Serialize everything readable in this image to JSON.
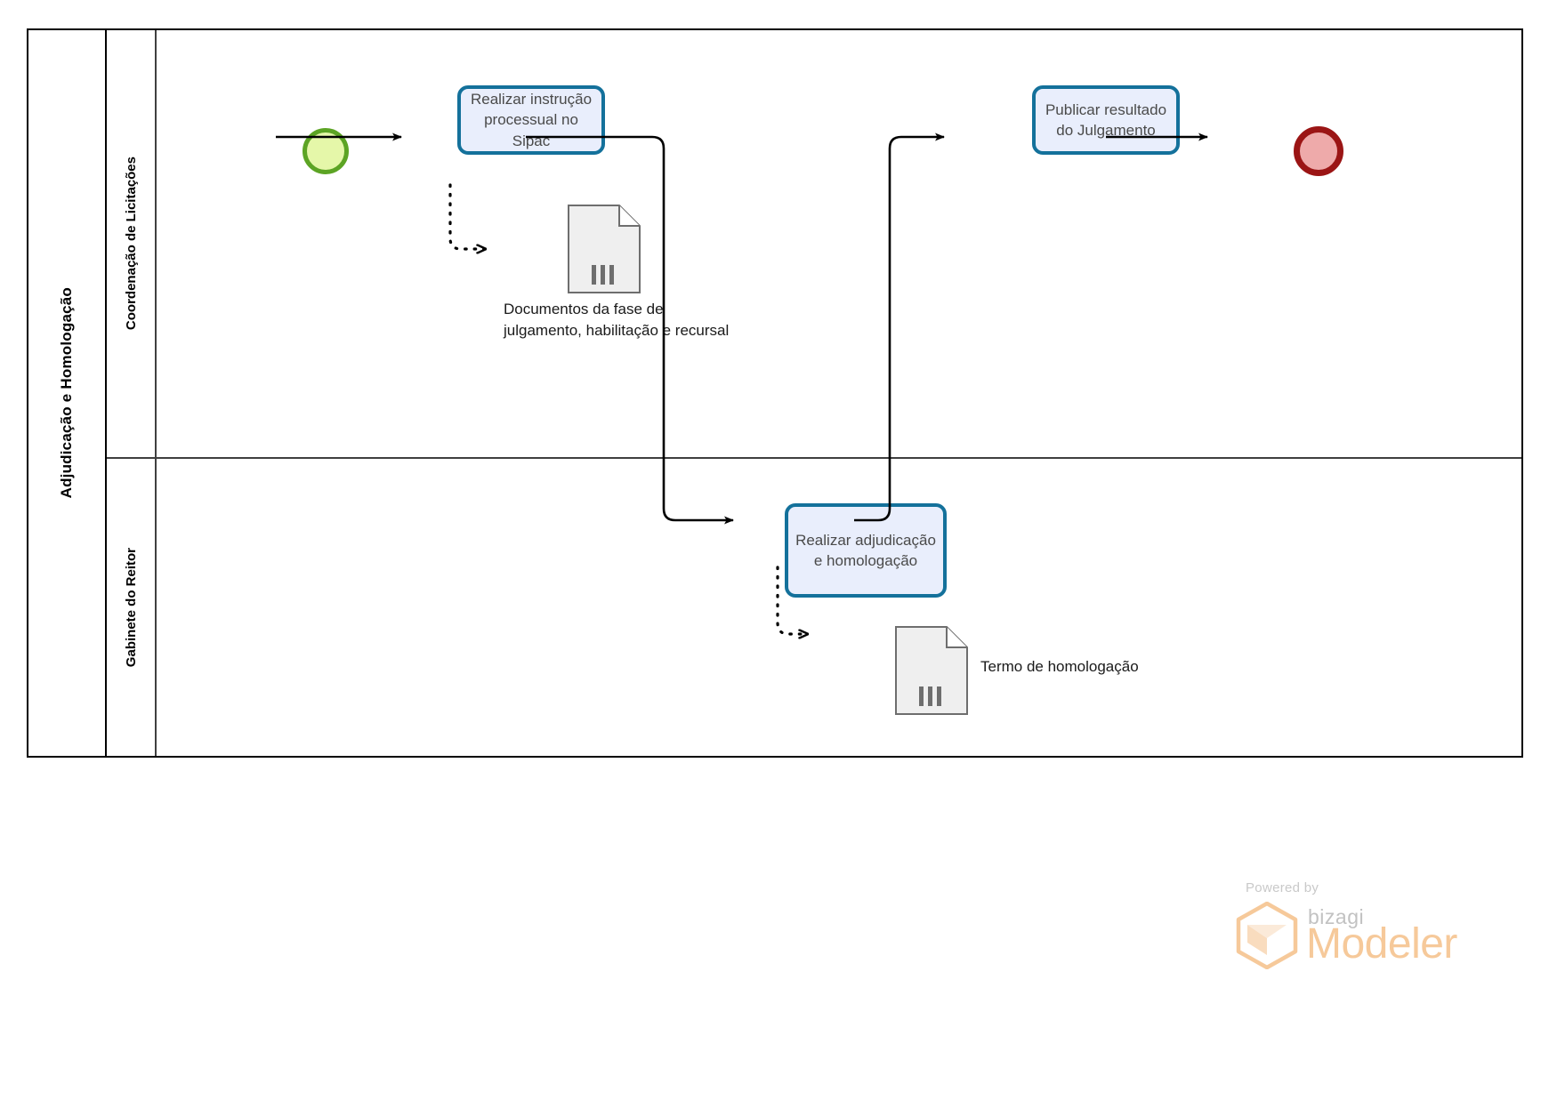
{
  "diagram": {
    "type": "bpmn",
    "pool": {
      "name": "Adjudicação e Homologação"
    },
    "lanes": [
      {
        "id": "lane-coordenacao",
        "name": "Coordenação de Licitações"
      },
      {
        "id": "lane-gabinete",
        "name": "Gabinete do Reitor"
      }
    ],
    "events": [
      {
        "id": "start-event",
        "type": "start",
        "label": "",
        "fill": "#e5f7a9",
        "stroke": "#5ca424"
      },
      {
        "id": "end-event",
        "type": "end",
        "label": "",
        "fill": "#eeaaaa",
        "stroke": "#9b1515"
      }
    ],
    "tasks": [
      {
        "id": "task-instrucao",
        "label": "Realizar instrução processual no Sipac",
        "lane": "lane-coordenacao"
      },
      {
        "id": "task-adjudicacao",
        "label": "Realizar adjudicação e homologação",
        "lane": "lane-gabinete"
      },
      {
        "id": "task-publicar",
        "label": "Publicar resultado do Julgamento",
        "lane": "lane-coordenacao"
      }
    ],
    "data_objects": [
      {
        "id": "doc-julgamento",
        "label": "Documentos da fase de julgamento, habilitação e recursal",
        "lane": "lane-coordenacao"
      },
      {
        "id": "doc-termo",
        "label": "Termo de homologação",
        "lane": "lane-gabinete"
      }
    ],
    "flows": [
      {
        "from": "start-event",
        "to": "task-instrucao",
        "type": "sequence"
      },
      {
        "from": "task-instrucao",
        "to": "task-adjudicacao",
        "type": "sequence"
      },
      {
        "from": "task-adjudicacao",
        "to": "task-publicar",
        "type": "sequence"
      },
      {
        "from": "task-publicar",
        "to": "end-event",
        "type": "sequence"
      },
      {
        "from": "task-instrucao",
        "to": "doc-julgamento",
        "type": "association"
      },
      {
        "from": "task-adjudicacao",
        "to": "doc-termo",
        "type": "association"
      }
    ],
    "colors": {
      "task_fill": "#e9eefc",
      "task_stroke": "#14719b",
      "pool_stroke": "#000000",
      "lane_stroke": "#3f3f3f",
      "doc_fill": "#efefef",
      "doc_stroke": "#6e6e6e",
      "flow_stroke": "#000000"
    }
  },
  "branding": {
    "powered_by": "Powered by",
    "brand": "bizagi",
    "product": "Modeler",
    "accent": "#f6c99a"
  }
}
